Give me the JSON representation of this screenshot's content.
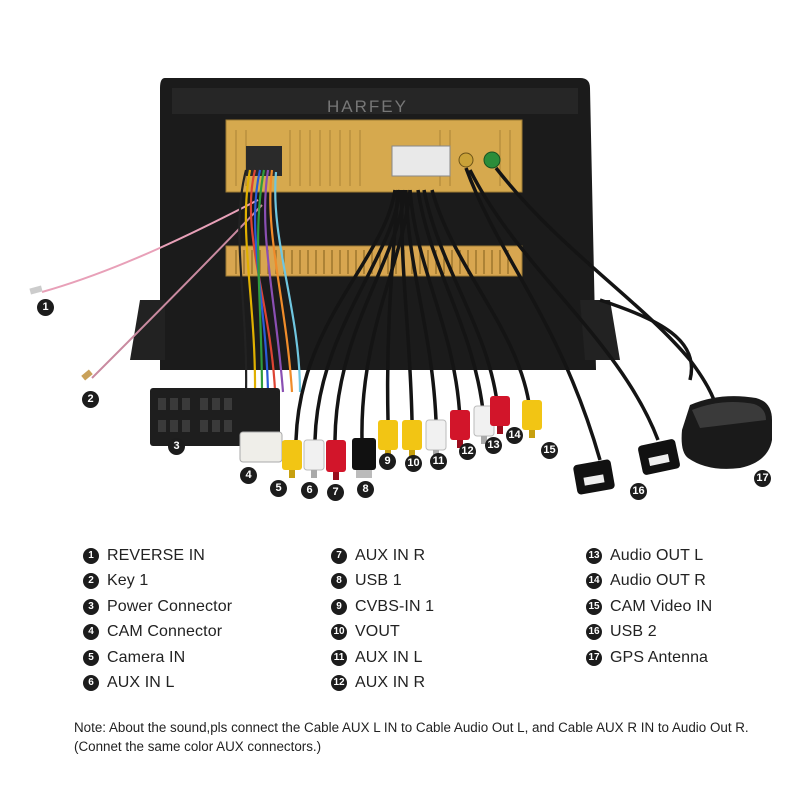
{
  "brand_logo": "HARFEY",
  "callouts": [
    "1",
    "2",
    "3",
    "4",
    "5",
    "6",
    "7",
    "8",
    "9",
    "10",
    "11",
    "12",
    "13",
    "14",
    "15",
    "16",
    "17"
  ],
  "legend": [
    [
      {
        "num": "1",
        "label": "REVERSE IN"
      },
      {
        "num": "2",
        "label": "Key 1"
      },
      {
        "num": "3",
        "label": "Power Connector"
      },
      {
        "num": "4",
        "label": "CAM Connector"
      },
      {
        "num": "5",
        "label": "Camera IN"
      },
      {
        "num": "6",
        "label": "AUX IN L"
      }
    ],
    [
      {
        "num": "7",
        "label": "AUX IN R"
      },
      {
        "num": "8",
        "label": "USB 1"
      },
      {
        "num": "9",
        "label": "CVBS-IN 1"
      },
      {
        "num": "10",
        "label": "VOUT"
      },
      {
        "num": "11",
        "label": "AUX IN L"
      },
      {
        "num": "12",
        "label": "AUX IN R"
      }
    ],
    [
      {
        "num": "13",
        "label": "Audio OUT L"
      },
      {
        "num": "14",
        "label": "Audio OUT R"
      },
      {
        "num": "15",
        "label": "CAM Video IN"
      },
      {
        "num": "16",
        "label": "USB 2"
      },
      {
        "num": "17",
        "label": "GPS Antenna"
      }
    ]
  ],
  "note": "Note: About the sound,pls connect the Cable AUX L IN to Cable Audio Out L, and Cable AUX R IN to Audio Out R.(Connet the same color AUX connectors.)",
  "colors": {
    "frame": "#1b1b1b",
    "board": "#d6a94e",
    "rca_yellow": "#f2c514",
    "rca_white": "#f1f1f1",
    "rca_red": "#d2152a",
    "cable": "#141414"
  }
}
